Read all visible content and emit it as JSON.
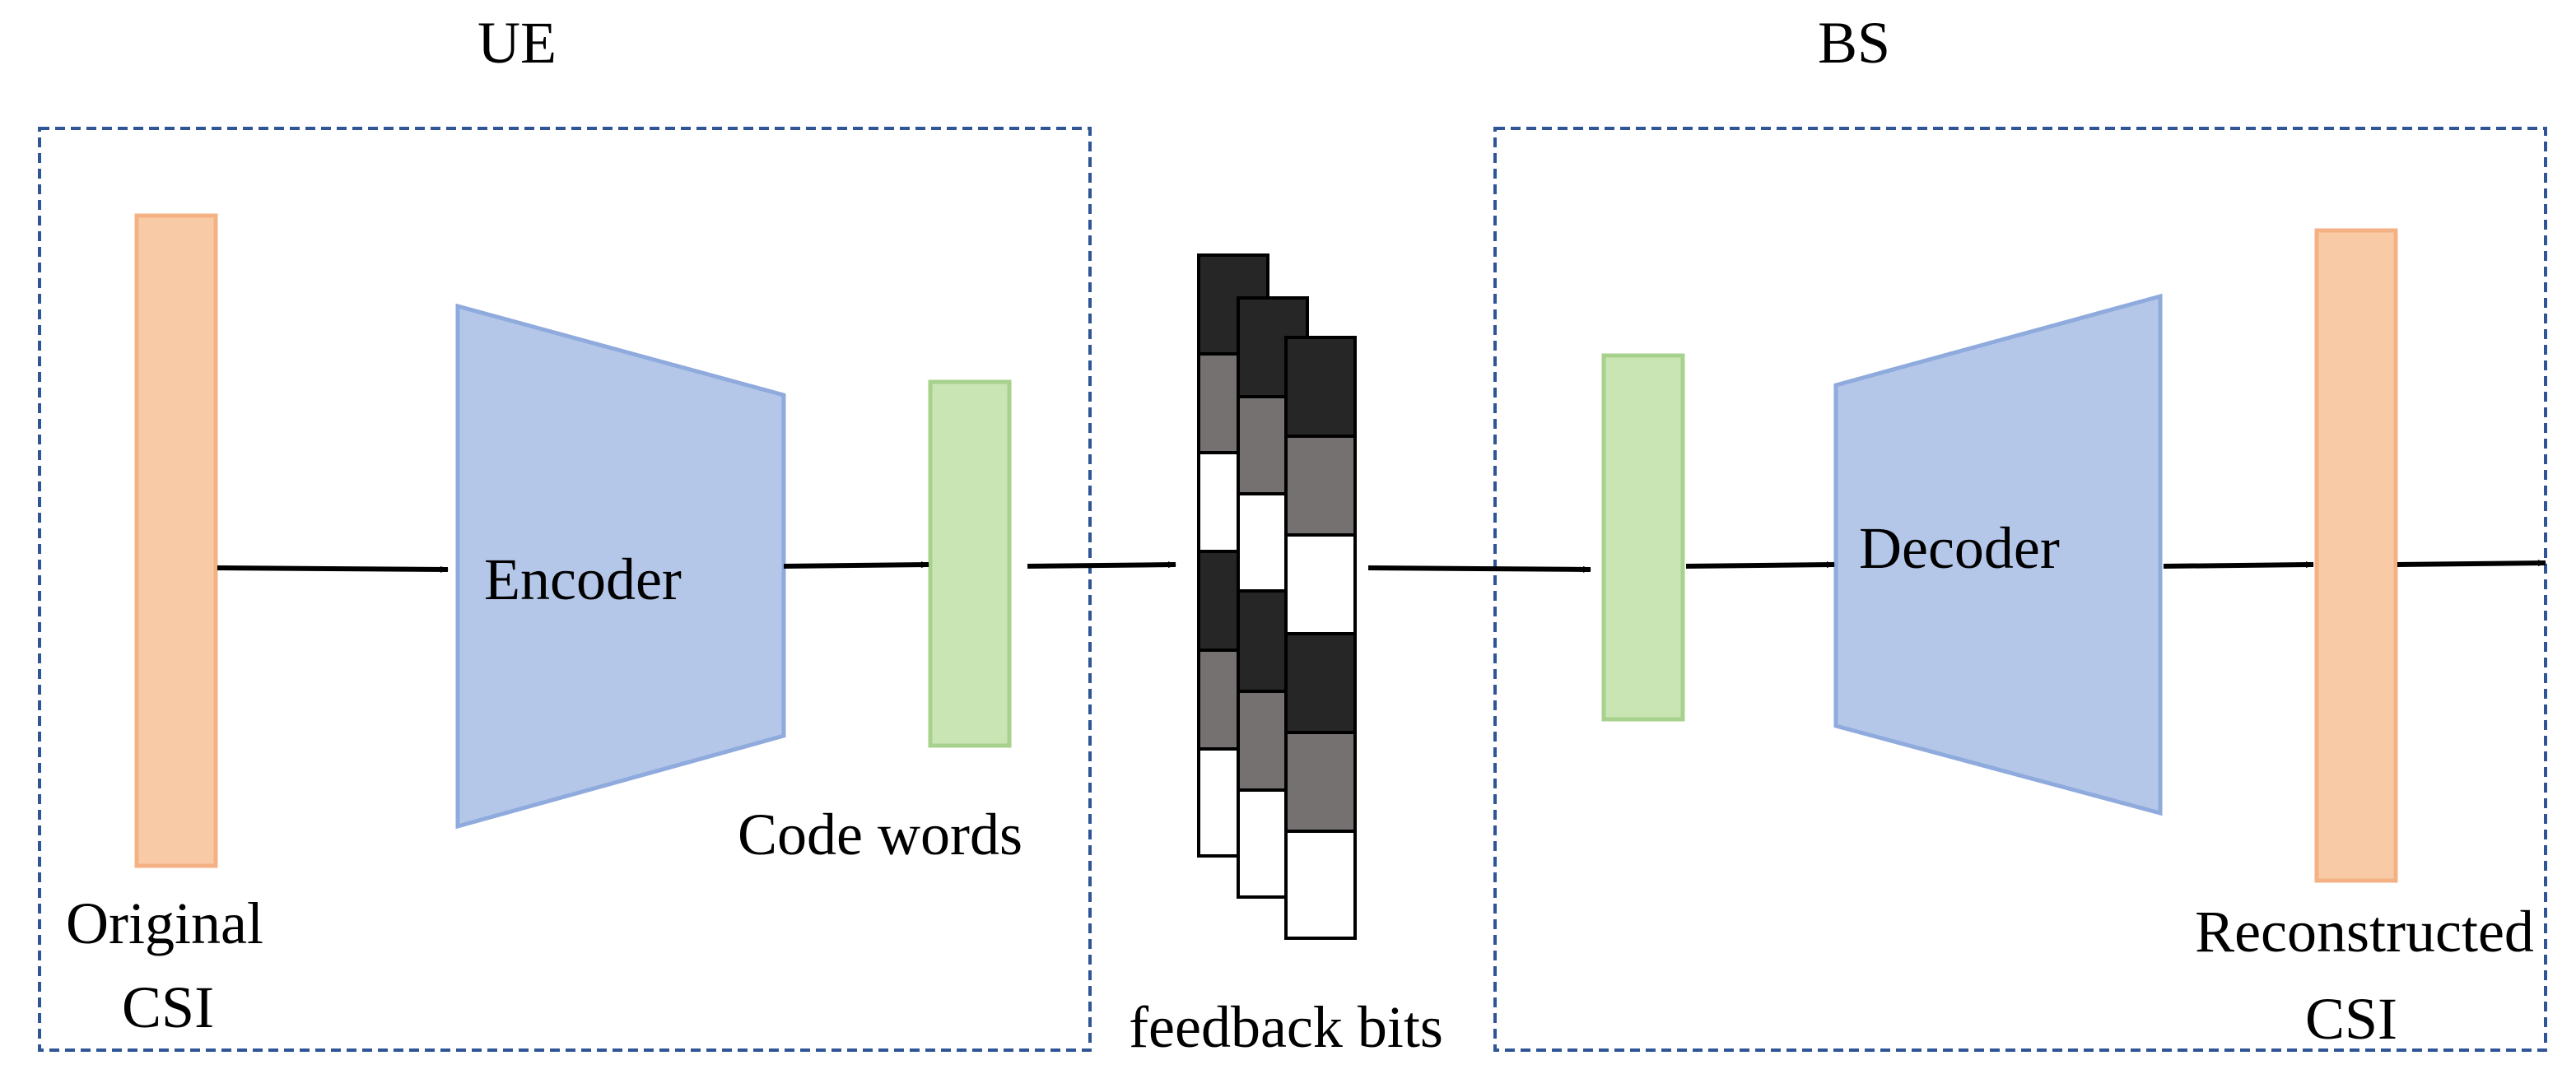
{
  "labels": {
    "ue": "UE",
    "bs": "BS",
    "encoder": "Encoder",
    "decoder": "Decoder",
    "code_words": "Code words",
    "original_csi_line1": "Original",
    "original_csi_line2": "CSI",
    "feedback_bits": "feedback bits",
    "reconstructed_csi_line1": "Reconstructed",
    "reconstructed_csi_line2": "CSI"
  },
  "colors": {
    "csi_fill": "#f8cba6",
    "csi_stroke": "#f4b183",
    "net_fill": "#b4c7e9",
    "net_stroke": "#8faadc",
    "codeword_fill": "#c9e5b3",
    "codeword_stroke": "#a9d18e",
    "box_stroke": "#2f5597",
    "bit_dark": "#262626",
    "bit_gray": "#767171",
    "bit_white": "#ffffff"
  },
  "feedback_bit_columns": [
    [
      "dark",
      "gray",
      "white",
      "dark",
      "gray",
      "white"
    ],
    [
      "dark",
      "gray",
      "white",
      "dark",
      "gray",
      "white"
    ],
    [
      "dark",
      "gray",
      "white",
      "dark",
      "gray",
      "white"
    ]
  ]
}
